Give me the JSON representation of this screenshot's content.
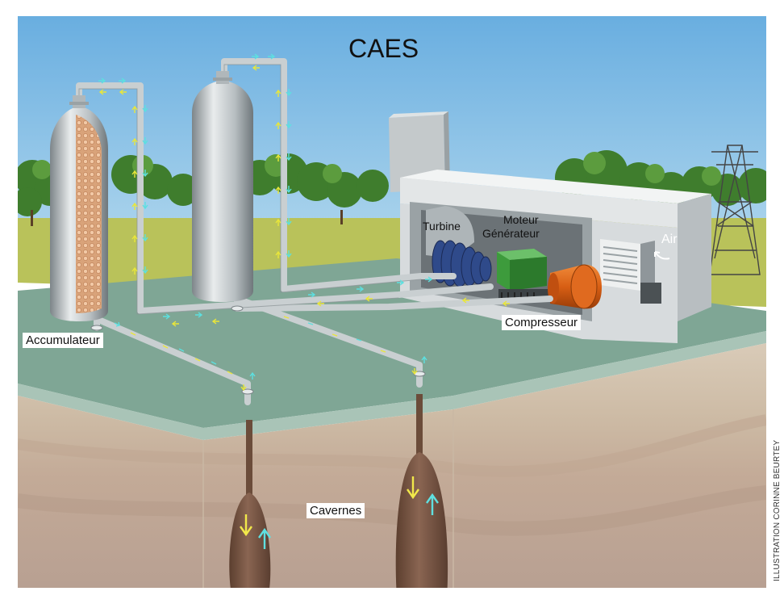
{
  "title": "CAES",
  "labels": {
    "turbine": "Turbine",
    "moteur": "Moteur",
    "generateur": "Générateur",
    "air": "Air",
    "accumulateur": "Accumulateur",
    "compresseur": "Compresseur",
    "cavernes": "Cavernes"
  },
  "credit": "ILLUSTRATION CORINNE BEURTEY",
  "colors": {
    "sky": "#7fb9dc",
    "ground": "#7da693",
    "pipe": "#c9cfd1",
    "arrow_in": "#e9e63a",
    "arrow_out": "#5ce0e0",
    "cavern": "#7b5a46",
    "compressor": "#e06a1f",
    "generator": "#3a9a3a",
    "turbine": "#2f4a8a"
  }
}
